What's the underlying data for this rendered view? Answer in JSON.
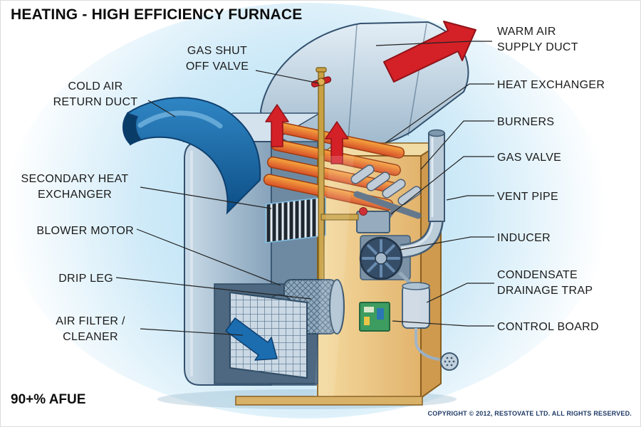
{
  "title": "HEATING - HIGH EFFICIENCY FURNACE",
  "labels": {
    "left": [
      {
        "id": "gas-shut-off-valve",
        "text": "GAS SHUT\nOFF VALVE"
      },
      {
        "id": "cold-air-return-duct",
        "text": "COLD AIR\nRETURN DUCT"
      },
      {
        "id": "secondary-heat-exchanger",
        "text": "SECONDARY HEAT\nEXCHANGER"
      },
      {
        "id": "blower-motor",
        "text": "BLOWER MOTOR"
      },
      {
        "id": "drip-leg",
        "text": "DRIP LEG"
      },
      {
        "id": "air-filter-cleaner",
        "text": "AIR FILTER /\nCLEANER"
      }
    ],
    "right": [
      {
        "id": "warm-air-supply-duct",
        "text": "WARM AIR\nSUPPLY DUCT"
      },
      {
        "id": "heat-exchanger",
        "text": "HEAT EXCHANGER"
      },
      {
        "id": "burners",
        "text": "BURNERS"
      },
      {
        "id": "gas-valve",
        "text": "GAS VALVE"
      },
      {
        "id": "vent-pipe",
        "text": "VENT PIPE"
      },
      {
        "id": "inducer",
        "text": "INDUCER"
      },
      {
        "id": "condensate-drainage-trap",
        "text": "CONDENSATE\nDRAINAGE TRAP"
      },
      {
        "id": "control-board",
        "text": "CONTROL BOARD"
      }
    ]
  },
  "footer": {
    "efficiency": "90+% AFUE",
    "copyright": "COPYRIGHT © 2012, RESTOVATE LTD. ALL RIGHTS RESERVED."
  },
  "colors": {
    "warm_air_arrow": "#d42027",
    "cold_air_duct": "#1b6db0",
    "cabinet_metal": "#9fb8cc",
    "interior_walls": "#e9c27c",
    "background_glow": "#bfe2f4",
    "copyright_text": "#1f3a66",
    "label_text": "#1b1b1b"
  }
}
